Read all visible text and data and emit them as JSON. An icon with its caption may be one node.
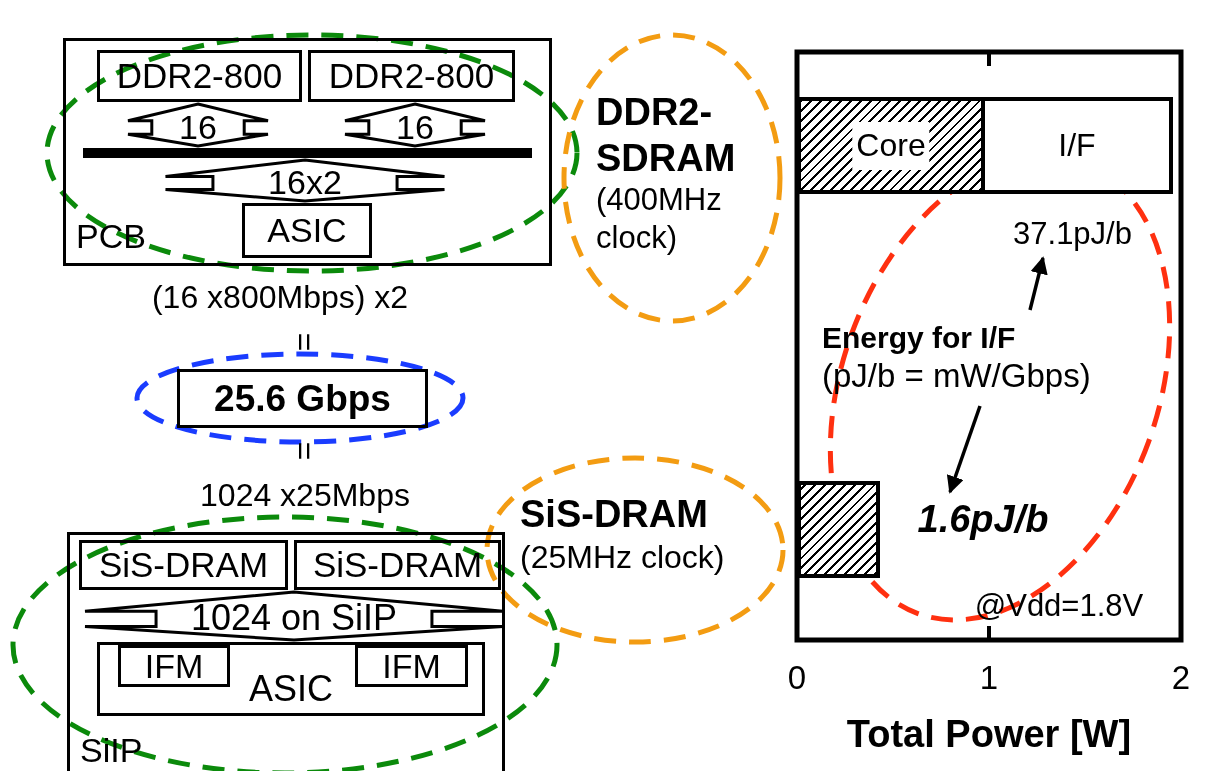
{
  "diagram": {
    "nodes": [
      {
        "text": [
          "PCB"
        ]
      },
      {
        "text": [
          "DDR2-800"
        ],
        "in": 0
      },
      {
        "text": [
          "DDR2-800"
        ],
        "in": 0
      },
      {
        "text": [],
        "shape": "bar",
        "in": 0
      },
      {
        "text": [
          "ASIC"
        ],
        "in": 0
      },
      {
        "text": [
          "25.6 Gbps"
        ]
      },
      {
        "text": [
          "SiIP"
        ]
      },
      {
        "text": [
          "SiS-DRAM"
        ],
        "in": 6
      },
      {
        "text": [
          "SiS-DRAM"
        ],
        "in": 6
      },
      {
        "text": [
          "ASIC"
        ],
        "in": 6
      },
      {
        "text": [
          "IFM"
        ],
        "in": 9
      },
      {
        "text": [
          "IFM"
        ],
        "in": 9
      },
      {
        "text": [
          "DDR2-SDRAM",
          "(400MHz clock)"
        ]
      },
      {
        "text": [
          "SiS-DRAM",
          "(25MHz clock)"
        ]
      },
      {
        "text": [
          "37.1pJ/b"
        ]
      },
      {
        "text": [
          "Energy for I/F",
          "(pJ/b = mW/Gbps)"
        ]
      },
      {
        "text": [
          "1.6pJ/b"
        ]
      },
      {
        "text": [
          "Core"
        ]
      },
      {
        "text": [
          "I/F"
        ]
      },
      {
        "text": [],
        "shape": "bar"
      }
    ],
    "edges": [
      {
        "from": 1,
        "to": 3,
        "arrow": "both",
        "style": "thick",
        "label": "16"
      },
      {
        "from": 2,
        "to": 3,
        "arrow": "both",
        "style": "thick",
        "label": "16"
      },
      {
        "from": 3,
        "to": 4,
        "arrow": "both",
        "style": "thick",
        "label": "16x2"
      },
      {
        "from": 7,
        "to": 9,
        "arrow": "both",
        "style": "thick",
        "label": "1024 on SiIP"
      },
      {
        "from": 8,
        "to": 9,
        "arrow": "both",
        "style": "thick"
      },
      {
        "from": 15,
        "to": 14,
        "arrow": "to"
      },
      {
        "from": 15,
        "to": 16,
        "arrow": "to"
      }
    ],
    "labels": [
      "(16 x800Mbps) x2",
      "=",
      "=",
      "1024 x25Mbps",
      "@Vdd=1.8V",
      "0",
      "1",
      "2",
      "Total Power [W]"
    ]
  }
}
